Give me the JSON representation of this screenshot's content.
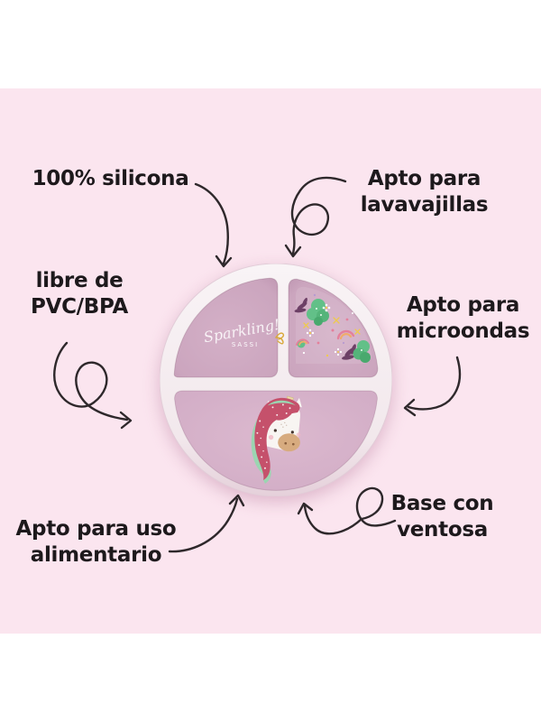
{
  "colors": {
    "page-bg": "#ffffff",
    "panel-bg": "#fbe5ef",
    "text": "#1d191c",
    "arrow": "#2e282b",
    "plate-rim": "#f6f0f3",
    "compartment": "#cda7c0",
    "compartment-light": "#d9b5cb",
    "mane-rose": "#c5516b",
    "mane-mint": "#9bd5b1",
    "horn-cream": "#ead9a6",
    "pattern-green": "#62c088",
    "pattern-purple": "#6d4066",
    "gold": "#d9a93c"
  },
  "labels": {
    "silicona": {
      "text": "100% silicona"
    },
    "lavavajillas": {
      "line1": "Apto para",
      "line2": "lavavajillas"
    },
    "pvc_bpa": {
      "line1": "libre de",
      "line2": "PVC/BPA"
    },
    "microondas": {
      "line1": "Apto para",
      "line2": "microondas"
    },
    "uso_alimentario": {
      "line1": "Apto para uso",
      "line2": "alimentario"
    },
    "ventosa": {
      "line1": "Base con",
      "line2": "ventosa"
    }
  },
  "plate": {
    "brand_script": "Sparkling!",
    "brand_name": "SASSI"
  },
  "icons": {
    "arrows": [
      "curly-arrow-to-plate-top-left",
      "loop-arrow-to-plate-top-right",
      "loop-arrow-to-plate-left",
      "curly-arrow-to-plate-right",
      "curly-arrow-to-plate-bottom-left",
      "loop-arrow-to-plate-bottom-right"
    ]
  }
}
